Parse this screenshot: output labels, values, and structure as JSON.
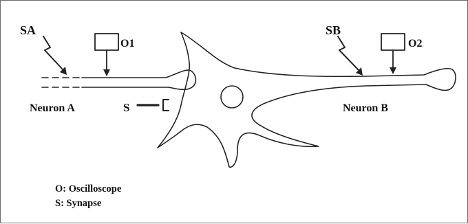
{
  "labels": {
    "stimulus_a": "SA",
    "stimulus_b": "SB",
    "scope_1": "O1",
    "scope_2": "O2",
    "neuron_a": "Neuron A",
    "neuron_b": "Neuron B",
    "synapse": "S"
  },
  "legend": {
    "oscilloscope": "O: Oscilloscope",
    "synapse": "S: Synapse"
  },
  "colors": {
    "ink": "#222222",
    "frame": "#6b6b6b",
    "background": "#ffffff"
  }
}
